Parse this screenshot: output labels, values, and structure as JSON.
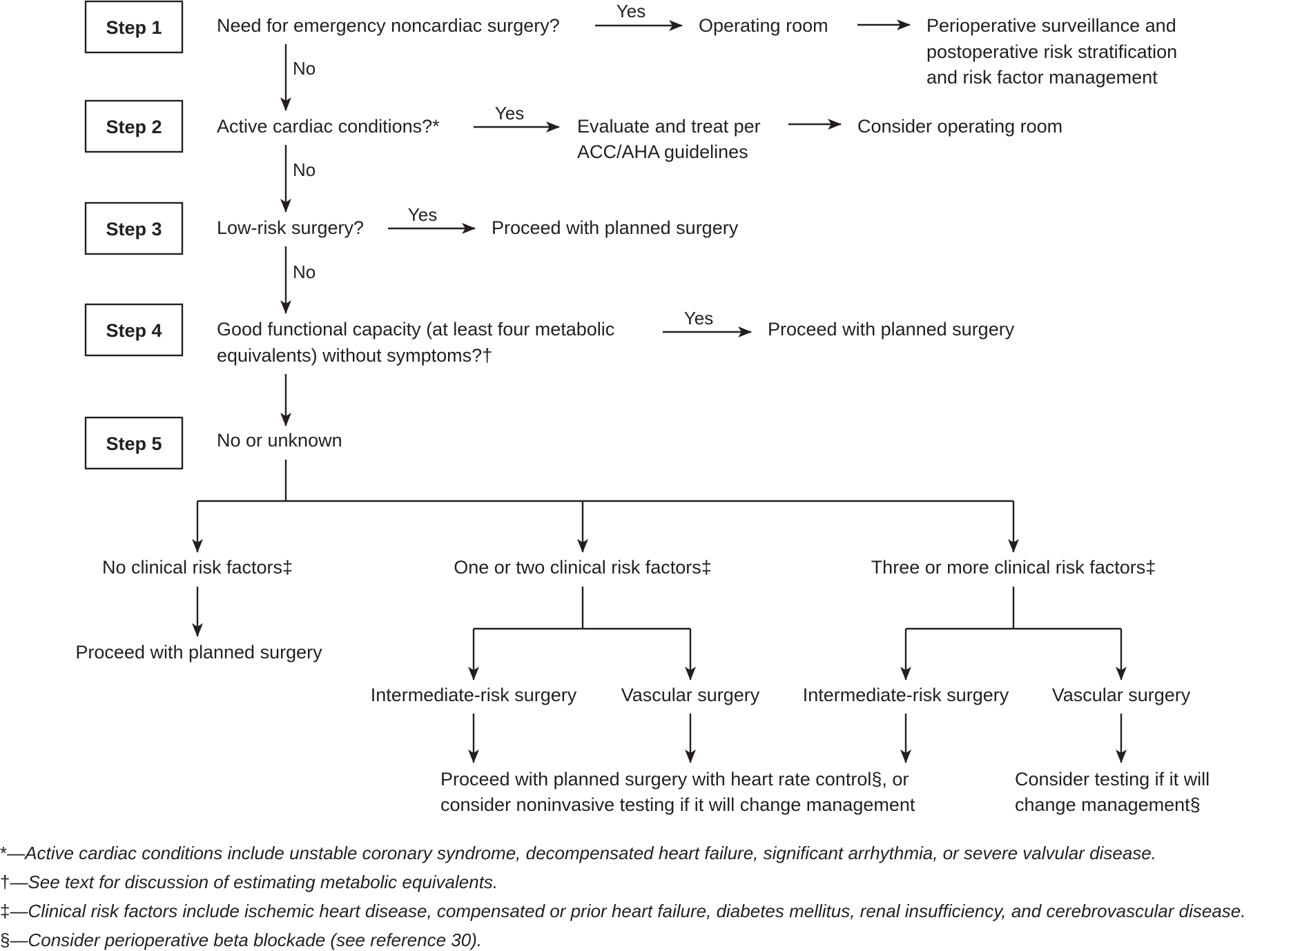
{
  "steps": [
    "Step 1",
    "Step 2",
    "Step 3",
    "Step 4",
    "Step 5"
  ],
  "questions": {
    "q1": "Need for emergency noncardiac surgery?",
    "q2": "Active cardiac conditions?*",
    "q3": "Low-risk surgery?",
    "q4_line1": "Good functional capacity (at least four metabolic",
    "q4_line2": "equivalents) without symptoms?†",
    "q5": "No or unknown"
  },
  "edge_labels": {
    "yes": "Yes",
    "no": "No"
  },
  "outcomes": {
    "operating_room": "Operating room",
    "periop_line1": "Perioperative surveillance and",
    "periop_line2": "postoperative risk stratification",
    "periop_line3": "and risk factor management",
    "evaluate_line1": "Evaluate and treat per",
    "evaluate_line2": "ACC/AHA guidelines",
    "consider_or": "Consider operating room",
    "proceed_step3": "Proceed with planned surgery",
    "proceed_step4": "Proceed with planned surgery"
  },
  "branches": {
    "none": "No clinical risk factors‡",
    "none_result": "Proceed with planned surgery",
    "one_two": "One or two clinical risk factors‡",
    "three_plus": "Three or more clinical risk factors‡",
    "intermediate_a": "Intermediate-risk surgery",
    "vascular_a": "Vascular surgery",
    "intermediate_b": "Intermediate-risk surgery",
    "vascular_b": "Vascular surgery",
    "hr_control_line1": "Proceed with planned surgery with heart rate control§, or",
    "hr_control_line2": "consider noninvasive testing if it will change management",
    "testing_line1": "Consider testing if it will",
    "testing_line2": "change management§"
  },
  "footnotes": [
    {
      "mark": "*",
      "text": "—Active cardiac conditions include unstable coronary syndrome, decompensated heart failure, significant arrhythmia, or severe valvular disease."
    },
    {
      "mark": "†",
      "text": "—See text for discussion of estimating metabolic equivalents."
    },
    {
      "mark": "‡",
      "text": "—Clinical risk factors include ischemic heart disease, compensated or prior heart failure, diabetes mellitus, renal insufficiency, and cerebrovascular disease."
    },
    {
      "mark": "§",
      "text": "—Consider perioperative beta blockade (see reference 30)."
    }
  ]
}
